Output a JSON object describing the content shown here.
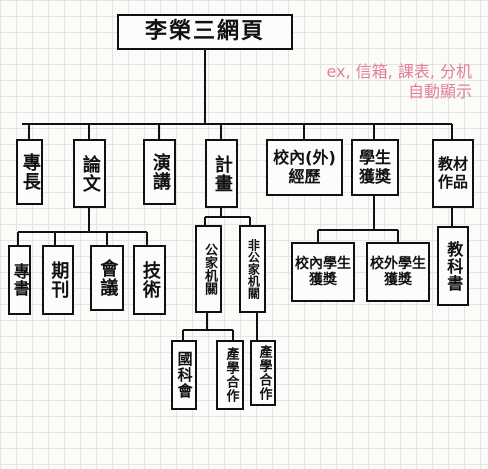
{
  "root": "李榮三網頁",
  "note": "ex, 信箱, 課表, 分机\n自動顯示",
  "level1": [
    "專長",
    "論文",
    "演講",
    "計畫",
    "校內(外)\n經歷",
    "學生\n獲獎",
    "教材\n作品"
  ],
  "papers": [
    "專書",
    "期刊",
    "會議",
    "技術"
  ],
  "projects": [
    "公家机關",
    "非公家机關"
  ],
  "gov_projects": [
    "國科會",
    "產學合作"
  ],
  "non_gov_projects": [
    "產學合作"
  ],
  "awards": [
    "校內學生獲獎",
    "校外學生獲獎"
  ],
  "materials": [
    "教科書"
  ]
}
